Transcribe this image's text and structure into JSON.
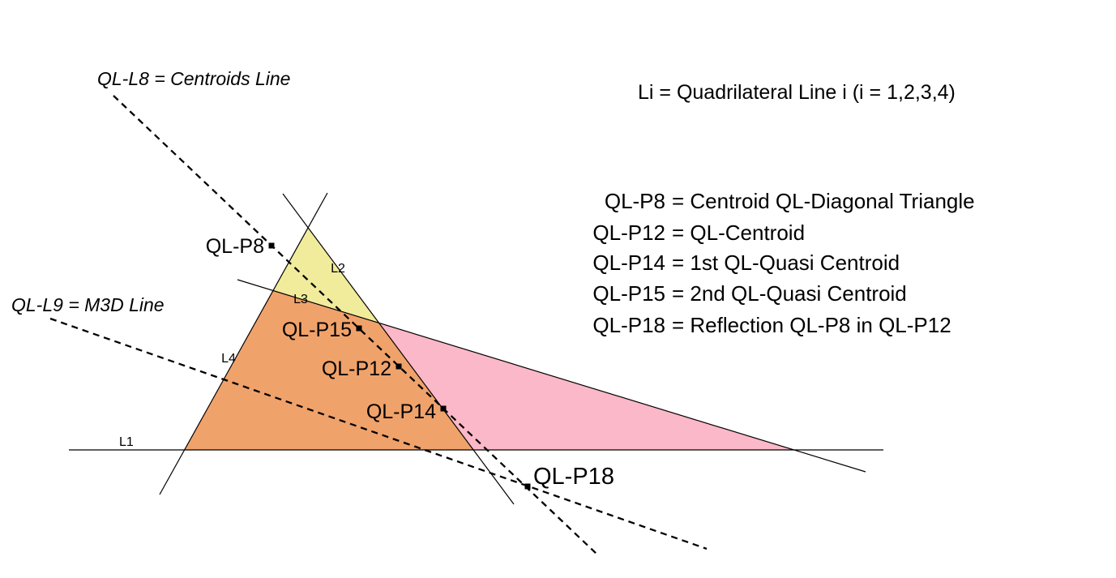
{
  "colors": {
    "background": "#ffffff",
    "stroke": "#000000",
    "yellow_triangle": "#f0ec9c",
    "orange_triangle": "#f0a26b",
    "pink_triangle": "#fbb8c8"
  },
  "annotations": {
    "centroids_line": "QL-L8 = Centroids Line",
    "m3d_line": "QL-L9 = M3D Line",
    "legend_title": "Li = Quadrilateral Line i (i = 1,2,3,4)"
  },
  "definitions": [
    {
      "name": "QL-P8",
      "rhs": "= Centroid QL-Diagonal Triangle"
    },
    {
      "name": "QL-P12",
      "rhs": "= QL-Centroid"
    },
    {
      "name": "QL-P14",
      "rhs": "= 1st QL-Quasi Centroid"
    },
    {
      "name": "QL-P15",
      "rhs": "= 2nd QL-Quasi Centroid"
    },
    {
      "name": "QL-P18",
      "rhs": "= Reflection QL-P8 in QL-P12"
    }
  ],
  "points": {
    "p8": {
      "label": "QL-P8"
    },
    "p15": {
      "label": "QL-P15"
    },
    "p12": {
      "label": "QL-P12"
    },
    "p14": {
      "label": "QL-P14"
    },
    "p18": {
      "label": "QL-P18"
    }
  },
  "lines": {
    "l1": {
      "label": "L1"
    },
    "l2": {
      "label": "L2"
    },
    "l3": {
      "label": "L3"
    },
    "l4": {
      "label": "L4"
    }
  }
}
